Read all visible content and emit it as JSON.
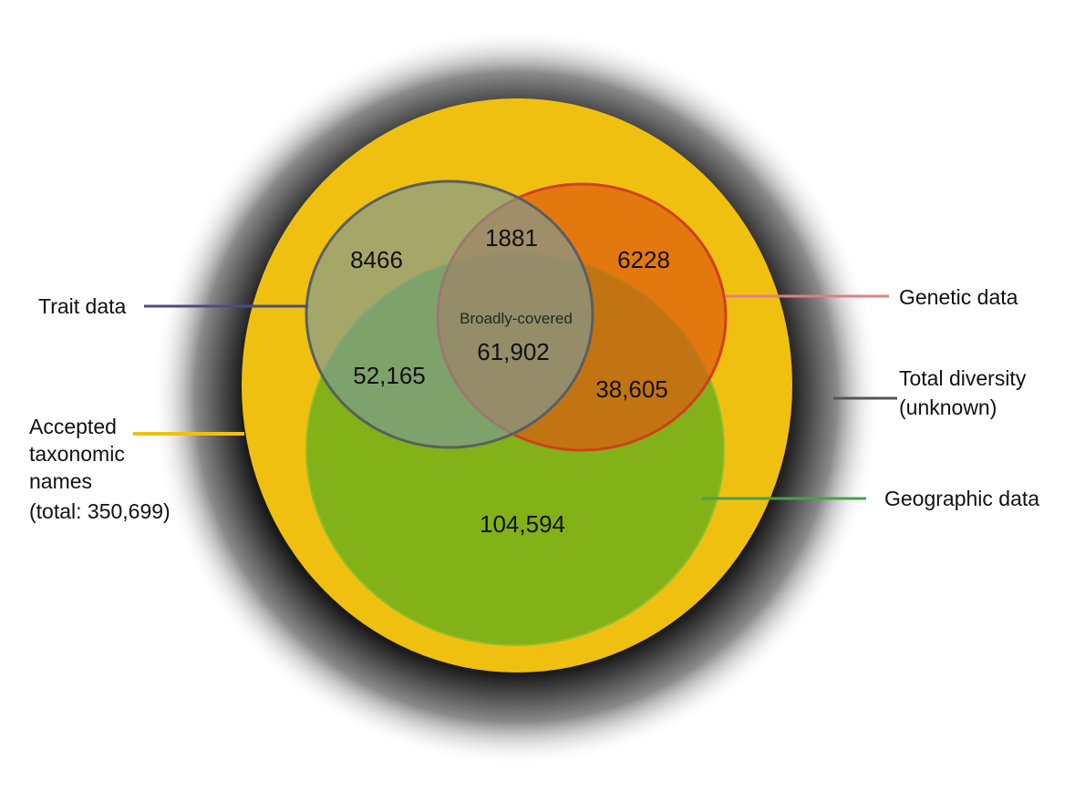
{
  "labels": {
    "trait": "Trait data",
    "genetic": "Genetic data",
    "total_line1": "Total diversity",
    "total_line2": "(unknown)",
    "accepted_line1": "Accepted",
    "accepted_line2": "taxonomic",
    "accepted_line3": "names",
    "accepted_line4": "(total: 350,699)",
    "geographic": "Geographic data",
    "center": "Broadly-covered"
  },
  "regions": {
    "trait_only": "8466",
    "trait_genetic": "1881",
    "genetic_only": "6228",
    "trait_geo": "52,165",
    "all_three": "61,902",
    "genetic_geo": "38,605",
    "geo_only": "104,594"
  },
  "colors": {
    "accepted": "#f0c010",
    "trait": "#8aa59a",
    "genetic": "#e06d12",
    "geographic": "#7fb412",
    "trait_line": "#4a4a8a",
    "genetic_line": "#e08080",
    "geo_line": "#4aa04a",
    "total_line": "#555555"
  }
}
